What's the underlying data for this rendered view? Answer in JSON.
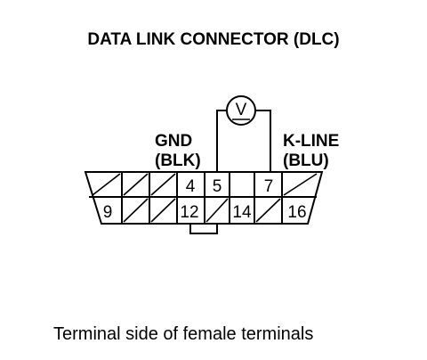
{
  "title": "DATA LINK CONNECTOR (DLC)",
  "caption": "Terminal side of female terminals",
  "meter_symbol": "V",
  "labels": {
    "gnd_line1": "GND",
    "gnd_line2": "(BLK)",
    "kline_line1": "K-LINE",
    "kline_line2": "(BLU)"
  },
  "pins": {
    "top": [
      "4",
      "5",
      "7"
    ],
    "bottom": [
      "9",
      "12",
      "14",
      "16"
    ]
  }
}
